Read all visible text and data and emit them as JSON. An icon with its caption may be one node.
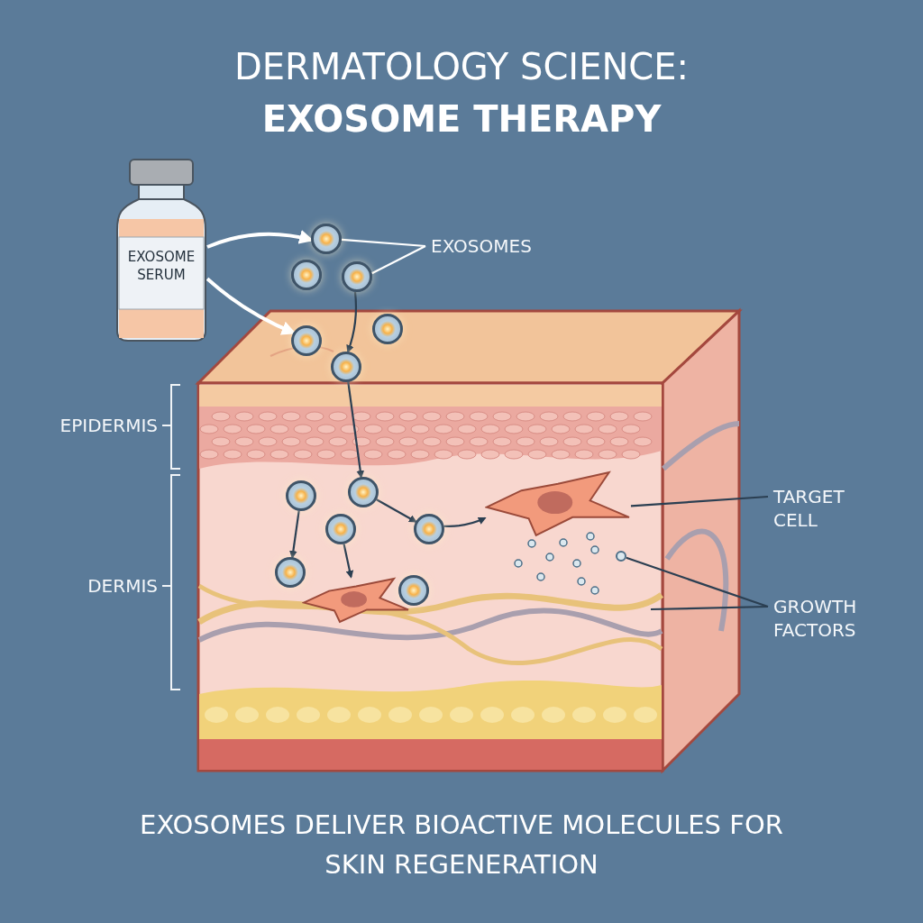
{
  "diagram": {
    "title": "DERMATOLOGY SCIENCE: **EXOSOME THERAPY**",
    "caption": "EXOSOMES DELIVER BIOACTIVE MOLECULES FOR SKIN REGENERATION",
    "nodes": [
      {
        "text": [
          "EXOSOME SERUM"
        ]
      },
      {
        "text": [
          "EXOSOMES"
        ]
      },
      {
        "text": [],
        "shape": "circle"
      },
      {
        "text": [],
        "shape": "circle"
      },
      {
        "text": [],
        "shape": "circle"
      },
      {
        "text": [],
        "shape": "circle"
      },
      {
        "text": [],
        "shape": "circle"
      },
      {
        "text": [],
        "shape": "circle"
      },
      {
        "text": [],
        "shape": "circle"
      },
      {
        "text": [],
        "shape": "circle"
      },
      {
        "text": [],
        "shape": "circle"
      },
      {
        "text": [],
        "shape": "circle"
      },
      {
        "text": [],
        "shape": "circle"
      },
      {
        "text": [],
        "shape": "circle"
      },
      {
        "text": [],
        "shape": "cell"
      },
      {
        "text": [],
        "shape": "cell"
      },
      {
        "text": [
          "TARGET CELL"
        ]
      },
      {
        "text": [],
        "shape": "circle"
      },
      {
        "text": [
          "GROWTH FACTORS"
        ]
      }
    ],
    "edges": [
      {
        "from": 0,
        "to": 2,
        "arrow": "to",
        "style": "thick",
        "color": "#ffffff"
      },
      {
        "from": 0,
        "to": 5,
        "arrow": "to",
        "style": "thick",
        "color": "#ffffff"
      },
      {
        "from": 4,
        "to": 7,
        "arrow": "to"
      },
      {
        "from": 7,
        "to": 9,
        "arrow": "to"
      },
      {
        "from": 9,
        "to": 11,
        "arrow": "to"
      },
      {
        "from": 11,
        "to": 14,
        "arrow": "to"
      },
      {
        "from": 8,
        "to": 12,
        "arrow": "to"
      },
      {
        "from": 10,
        "to": 15,
        "arrow": "to"
      },
      {
        "from": 1,
        "to": 2,
        "arrow": "none",
        "color": "#ffffff"
      },
      {
        "from": 1,
        "to": 4,
        "arrow": "none",
        "color": "#ffffff"
      },
      {
        "from": 16,
        "to": 14,
        "arrow": "none"
      },
      {
        "from": 18,
        "to": 17,
        "arrow": "none"
      },
      {
        "from": 18,
        "to": null,
        "arrow": "none"
      }
    ],
    "labels": [
      "EPIDERMIS",
      "DERMIS"
    ]
  }
}
